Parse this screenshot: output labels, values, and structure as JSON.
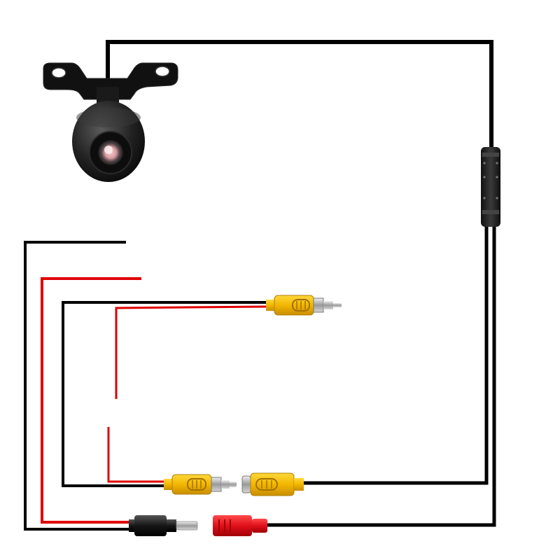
{
  "scene": {
    "description_name": "backup-camera-wiring-kit",
    "colors": {
      "background": "#ffffff",
      "cable_black": "#000000",
      "cable_red": "#e00000",
      "rca_yellow": "#f5b800",
      "rca_yellow_dark": "#b88400",
      "dc_red": "#e01020",
      "dc_black": "#111111",
      "metal": "#c8c8c8"
    },
    "objects": [
      "camera",
      "waterproof-connector",
      "video-cable",
      "power-cable-red",
      "ground-cable-black",
      "rca-video-plug-top",
      "rca-video-plug-bottom",
      "rca-video-jack",
      "dc-power-plug",
      "dc-power-jack"
    ]
  }
}
